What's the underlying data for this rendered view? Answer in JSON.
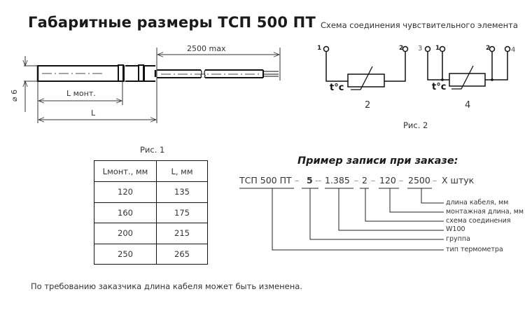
{
  "title": "Габаритные размеры ТСП 500 ПТ",
  "probe_drawing": {
    "cable_length_label": "2500 max",
    "mount_length_label": "L монт.",
    "total_length_label": "L",
    "diameter_label": "⌀ 6",
    "figure_label": "Рис. 1"
  },
  "connection_scheme": {
    "title": "Схема соединения чувствительного элемента",
    "figure_label": "Рис. 2",
    "temperature_label": "t°c",
    "scheme_2": {
      "number": "2",
      "terminals": [
        "1",
        "2"
      ]
    },
    "scheme_4": {
      "number": "4",
      "terminals": [
        "3",
        "1",
        "2",
        "4"
      ]
    }
  },
  "dimensions_table": {
    "headers": [
      "Lмонт., мм",
      "L, мм"
    ],
    "rows": [
      [
        "120",
        "135"
      ],
      [
        "160",
        "175"
      ],
      [
        "200",
        "215"
      ],
      [
        "250",
        "265"
      ]
    ]
  },
  "order_example": {
    "title": "Пример записи при заказе:",
    "parts": {
      "type": "ТСП 500 ПТ",
      "group": "5",
      "w100": "1.385",
      "scheme": "2",
      "mount_length": "120",
      "cable_length": "2500",
      "quantity": "Х штук"
    },
    "separators": {
      "dash": "–",
      "double_dash": "--"
    },
    "legend": {
      "cable_length": "длина кабеля, мм",
      "mount_length": "монтажная длина, мм",
      "scheme": "схема соединения",
      "w100": "W100",
      "group": "группа",
      "type": "тип термометра"
    }
  },
  "note": "По требованию заказчика длина кабеля может быть изменена."
}
